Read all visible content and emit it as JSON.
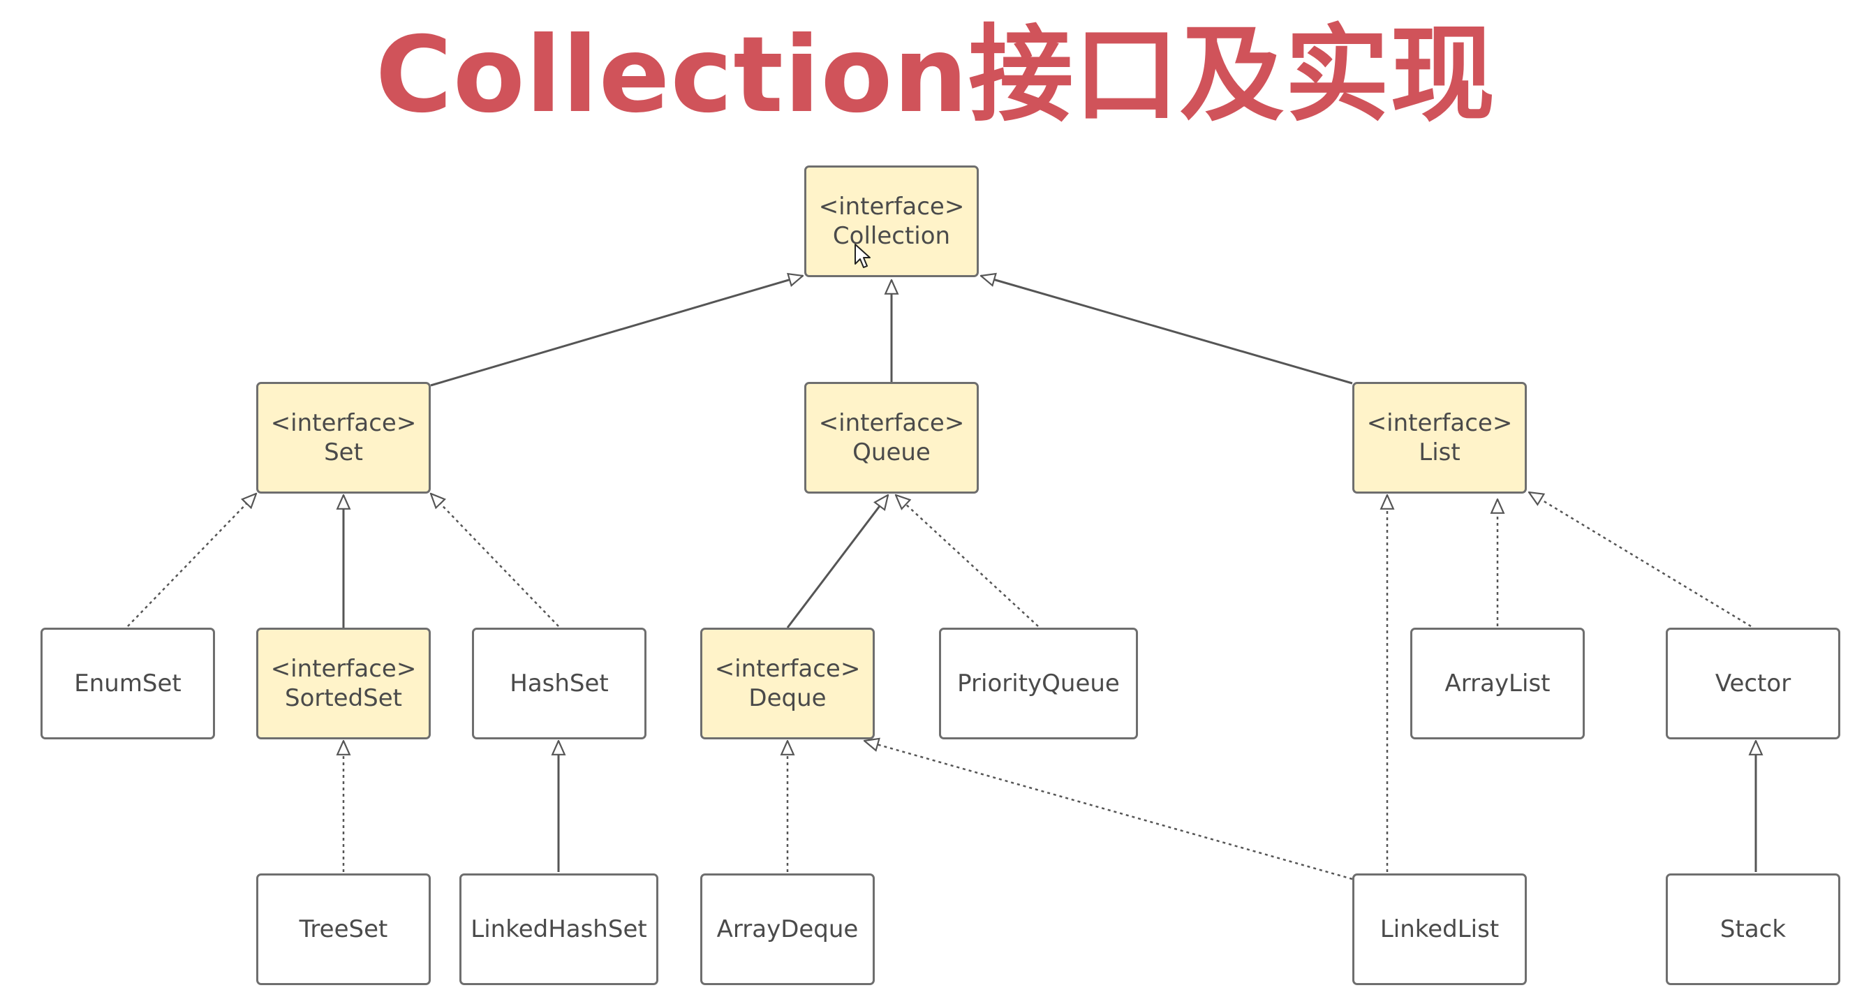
{
  "title": "Collection接口及实现",
  "colors": {
    "title": "#d0535a",
    "interface_fill": "#fff3c9",
    "class_fill": "#ffffff",
    "border": "#6e6e6e",
    "edge": "#555555"
  },
  "nodes": {
    "collection": {
      "kind": "interface",
      "stereotype": "<interface>",
      "name": "Collection"
    },
    "set": {
      "kind": "interface",
      "stereotype": "<interface>",
      "name": "Set"
    },
    "queue": {
      "kind": "interface",
      "stereotype": "<interface>",
      "name": "Queue"
    },
    "list": {
      "kind": "interface",
      "stereotype": "<interface>",
      "name": "List"
    },
    "enumset": {
      "kind": "class",
      "name": "EnumSet"
    },
    "sortedset": {
      "kind": "interface",
      "stereotype": "<interface>",
      "name": "SortedSet"
    },
    "hashset": {
      "kind": "class",
      "name": "HashSet"
    },
    "deque": {
      "kind": "interface",
      "stereotype": "<interface>",
      "name": "Deque"
    },
    "priorityqueue": {
      "kind": "class",
      "name": "PriorityQueue"
    },
    "arraylist": {
      "kind": "class",
      "name": "ArrayList"
    },
    "vector": {
      "kind": "class",
      "name": "Vector"
    },
    "treeset": {
      "kind": "class",
      "name": "TreeSet"
    },
    "linkedhashset": {
      "kind": "class",
      "name": "LinkedHashSet"
    },
    "arraydeque": {
      "kind": "class",
      "name": "ArrayDeque"
    },
    "linkedlist": {
      "kind": "class",
      "name": "LinkedList"
    },
    "stack": {
      "kind": "class",
      "name": "Stack"
    }
  },
  "edges": [
    {
      "from": "set",
      "to": "collection",
      "style": "solid"
    },
    {
      "from": "queue",
      "to": "collection",
      "style": "solid"
    },
    {
      "from": "list",
      "to": "collection",
      "style": "solid"
    },
    {
      "from": "enumset",
      "to": "set",
      "style": "dotted"
    },
    {
      "from": "sortedset",
      "to": "set",
      "style": "solid"
    },
    {
      "from": "hashset",
      "to": "set",
      "style": "dotted"
    },
    {
      "from": "deque",
      "to": "queue",
      "style": "solid"
    },
    {
      "from": "priorityqueue",
      "to": "queue",
      "style": "dotted"
    },
    {
      "from": "linkedlist",
      "to": "list",
      "style": "dotted"
    },
    {
      "from": "arraylist",
      "to": "list",
      "style": "dotted"
    },
    {
      "from": "vector",
      "to": "list",
      "style": "dotted"
    },
    {
      "from": "treeset",
      "to": "sortedset",
      "style": "dotted"
    },
    {
      "from": "linkedhashset",
      "to": "hashset",
      "style": "solid"
    },
    {
      "from": "arraydeque",
      "to": "deque",
      "style": "dotted"
    },
    {
      "from": "linkedlist",
      "to": "deque",
      "style": "dotted"
    },
    {
      "from": "stack",
      "to": "vector",
      "style": "solid"
    }
  ]
}
